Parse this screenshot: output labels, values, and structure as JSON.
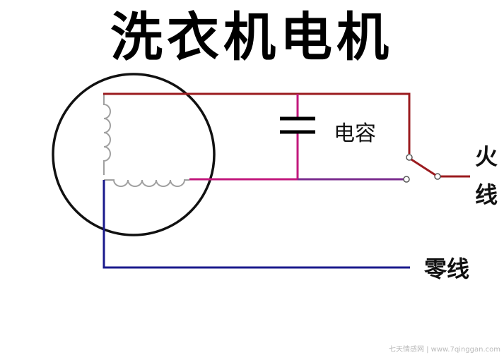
{
  "title": "洗衣机电机",
  "labels": {
    "capacitor": "电容",
    "live_wire_1": "火",
    "live_wire_2": "线",
    "neutral_wire": "零线"
  },
  "watermark": "七天情感网 | www.7qinggan.com",
  "colors": {
    "live": "#9b1b1f",
    "capacitor_branch": "#c2187d",
    "aux_branch": "#7b2c8f",
    "neutral": "#1a1a8c",
    "motor_outline": "#111111",
    "winding": "#a0a0a0",
    "background": "#ffffff"
  },
  "icons": {
    "motor": "motor-circle-icon",
    "capacitor": "capacitor-icon",
    "switch": "switch-icon",
    "winding": "coil-icon"
  }
}
